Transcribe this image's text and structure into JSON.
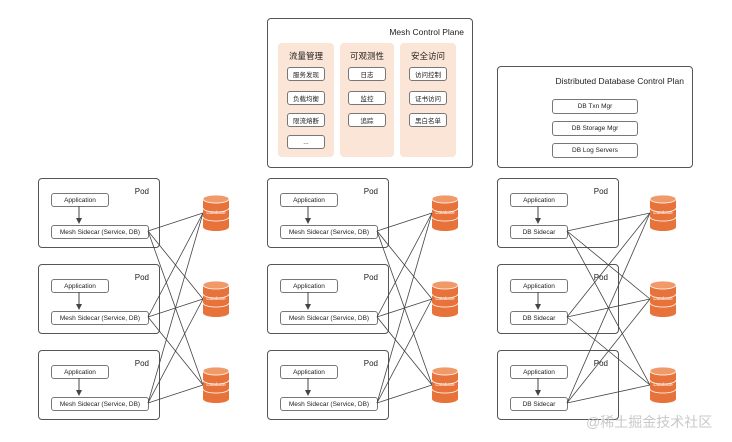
{
  "mesh_control_plane": {
    "title": "Mesh Control Plane",
    "columns": [
      {
        "title": "流量管理",
        "items": [
          "服务发现",
          "负载均衡",
          "限流熔断",
          "..."
        ]
      },
      {
        "title": "可观测性",
        "items": [
          "日志",
          "监控",
          "追踪"
        ]
      },
      {
        "title": "安全访问",
        "items": [
          "访问控制",
          "证书访问",
          "黑白名单"
        ]
      }
    ]
  },
  "db_control_plane": {
    "title": "Distributed Database Control Plan",
    "items": [
      "DB Txn Mgr",
      "DB Storage Mgr",
      "DB Log Servers"
    ]
  },
  "pod_label": "Pod",
  "application_label": "Application",
  "groups": [
    {
      "sidecar_label": "Mesh Sidecar (Service, DB)"
    },
    {
      "sidecar_label": "Mesh Sidecar (Service, DB)"
    },
    {
      "sidecar_label": "DB Sidecar"
    }
  ],
  "database_label": "Database",
  "watermark": "@稀土掘金技术社区",
  "colors": {
    "accent": "#e8733a",
    "column_bg": "#fbe5d6",
    "line": "#444444"
  }
}
